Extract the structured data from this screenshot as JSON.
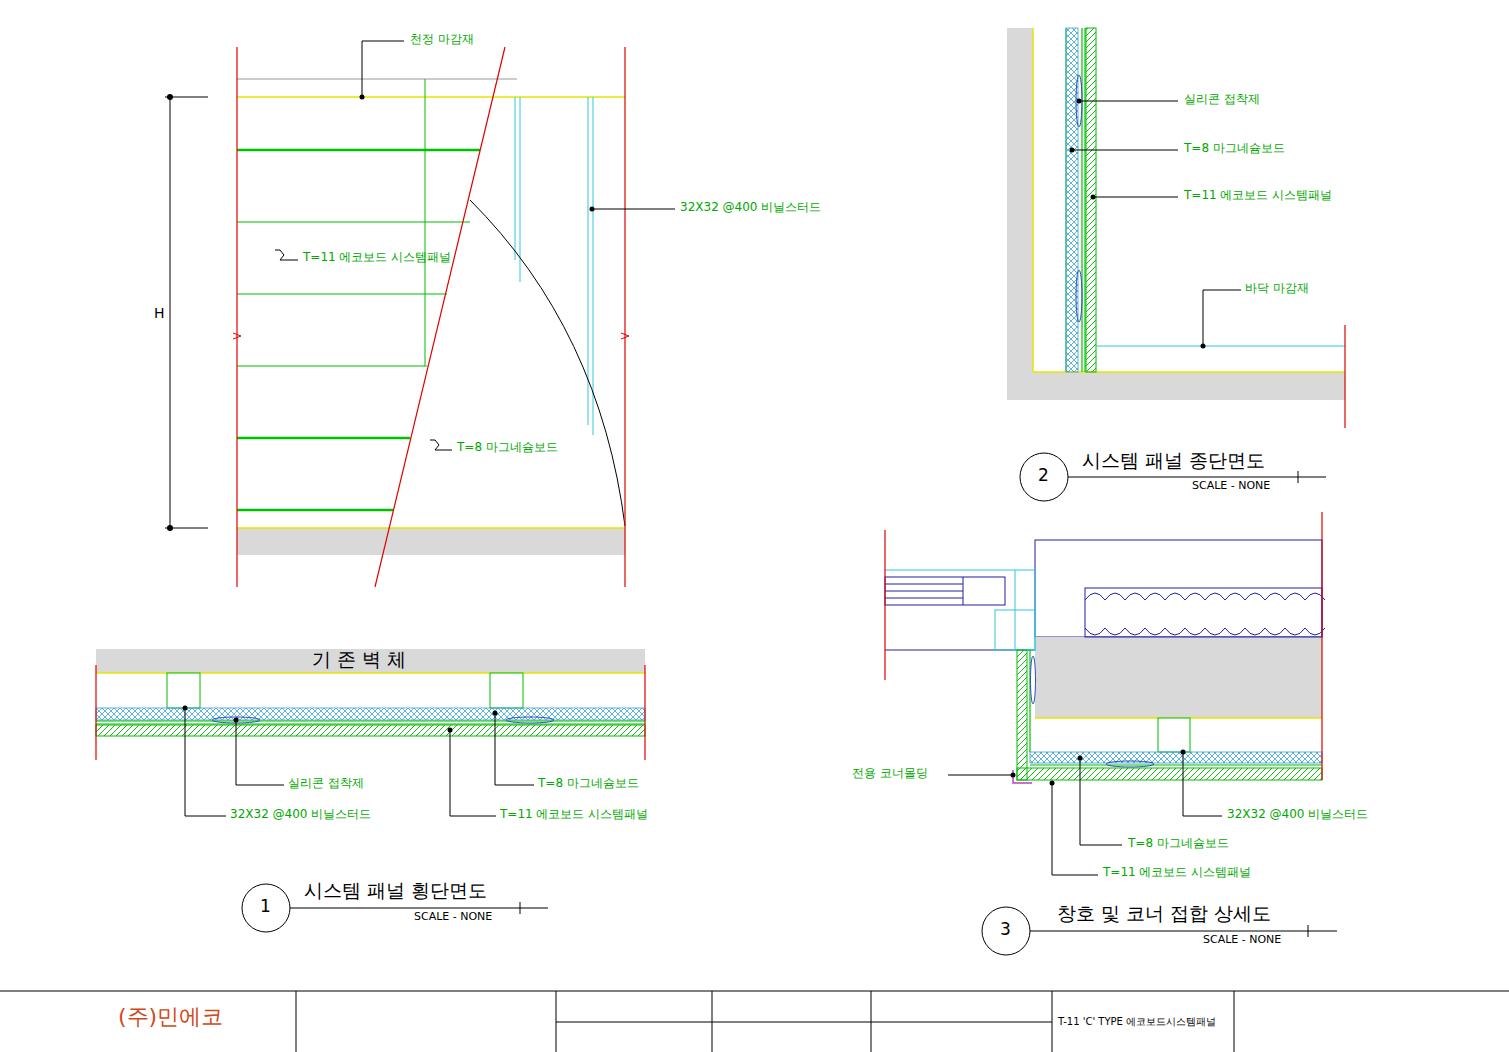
{
  "diagram": {
    "labels": [
      "천정 마감재",
      "32X32 @400 비닐스터드",
      "T=11 에코보드 시스템패널",
      "T=8 마그네슘보드",
      "H",
      "기 존 벽 체",
      "실리콘 접착제",
      "32X32 @400 비닐스터드",
      "T=8 마그네슘보드",
      "T=11 에코보드 시스템패널",
      "1",
      "시스템 패널 횡단면도",
      "SCALE - NONE",
      "실리콘 접착제",
      "T=8 마그네슘보드",
      "T=11 에코보드 시스템패널",
      "바닥 마감재",
      "2",
      "시스템 패널 종단면도",
      "SCALE - NONE",
      "전용 코너몰딩",
      "32X32 @400 비닐스터드",
      "T=8 마그네슘보드",
      "T=11 에코보드 시스템패널",
      "3",
      "창호 및 코너 접합 상세도",
      "SCALE - NONE",
      "(주)민에코",
      "T-11 'C' TYPE 에코보드시스템패널"
    ]
  }
}
